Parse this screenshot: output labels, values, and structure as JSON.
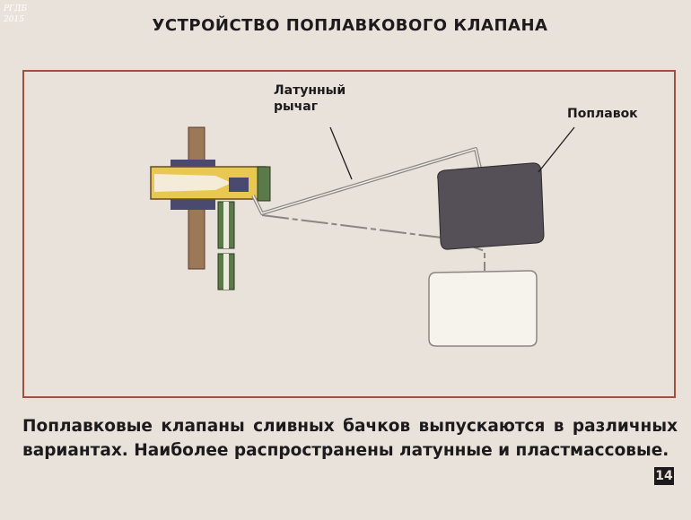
{
  "watermark": [
    "РГДБ",
    "2015"
  ],
  "title": "УСТРОЙСТВО ПОПЛАВКОВОГО КЛАПАНА",
  "diagram": {
    "labels": {
      "lever": [
        "Латунный",
        "рычаг"
      ],
      "float": "Поплавок"
    },
    "colors": {
      "frame": "#a0503c",
      "wall": "#9a7858",
      "brass": "#e8c850",
      "pipe": "#5a7a4a",
      "float": "#555058"
    }
  },
  "caption": "Поплавковые клапаны сливных бачков выпускаются в различных вариантах. Наиболее распространены латунные и пластмассовые.",
  "page_number": "14"
}
